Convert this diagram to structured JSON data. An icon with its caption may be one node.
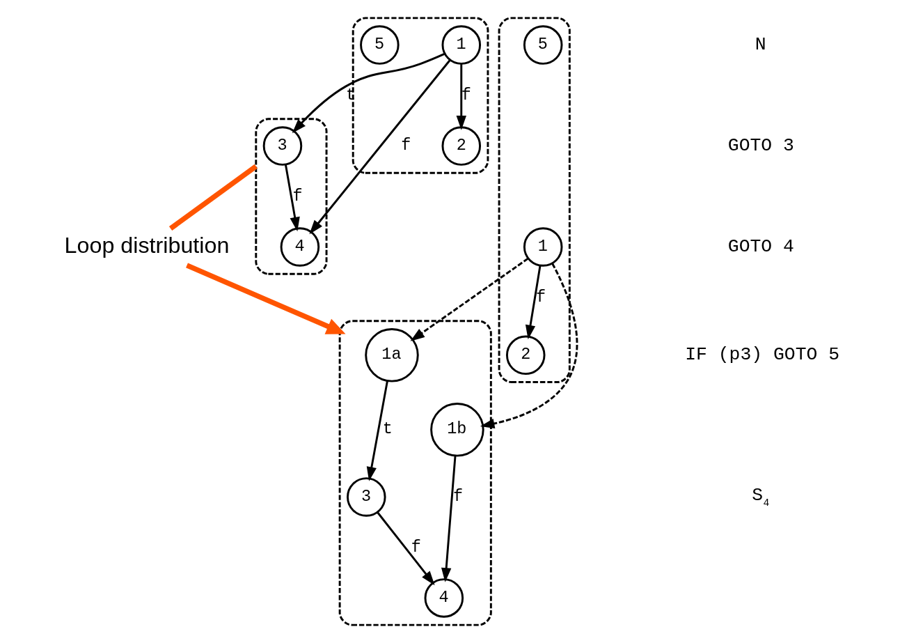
{
  "diagram": {
    "nodes": [
      {
        "text": [],
        "shape": "box"
      },
      {
        "text": [
          "1"
        ],
        "in": 0
      },
      {
        "text": [
          "5"
        ],
        "in": 0
      },
      {
        "text": [
          "2"
        ],
        "in": 0
      },
      {
        "text": [],
        "shape": "box"
      },
      {
        "text": [
          "3"
        ],
        "in": 4
      },
      {
        "text": [
          "4"
        ],
        "in": 4
      },
      {
        "text": [
          "Loop distribution"
        ]
      },
      {
        "text": [],
        "shape": "box"
      },
      {
        "text": [
          "1"
        ],
        "in": 8
      },
      {
        "text": [
          "5"
        ],
        "in": 8
      },
      {
        "text": [
          "2"
        ],
        "in": 8
      },
      {
        "text": [],
        "shape": "box"
      },
      {
        "text": [
          "1a"
        ],
        "in": 12
      },
      {
        "text": [
          "1b"
        ],
        "in": 12
      },
      {
        "text": [
          "3"
        ],
        "in": 12
      },
      {
        "text": [
          "4"
        ],
        "in": 12
      }
    ],
    "edges": [
      {
        "from": 1,
        "to": 3,
        "arrow": "to",
        "label": "f"
      },
      {
        "from": 1,
        "to": 5,
        "arrow": "to",
        "label": "t"
      },
      {
        "from": 1,
        "to": 6,
        "arrow": "to",
        "label": "f"
      },
      {
        "from": 5,
        "to": 6,
        "arrow": "to",
        "label": "f"
      },
      {
        "from": 4,
        "to": 7,
        "arrow": "none",
        "style": "thick",
        "color": "#ff5500"
      },
      {
        "from": 7,
        "to": 12,
        "arrow": "to",
        "style": "thick",
        "color": "#ff5500"
      },
      {
        "from": 9,
        "to": 11,
        "arrow": "to",
        "label": "f"
      },
      {
        "from": 9,
        "to": 13,
        "arrow": "to",
        "style": "dashed"
      },
      {
        "from": 9,
        "to": 14,
        "arrow": "to",
        "style": "dashed"
      },
      {
        "from": 13,
        "to": 15,
        "arrow": "to",
        "label": "t"
      },
      {
        "from": 14,
        "to": 16,
        "arrow": "to",
        "label": "f"
      },
      {
        "from": 15,
        "to": 16,
        "arrow": "to",
        "label": "f"
      }
    ],
    "labels": [
      "N",
      "GOTO 3",
      "GOTO 4",
      "IF (p3) GOTO 5",
      "S$_{4}$"
    ]
  }
}
